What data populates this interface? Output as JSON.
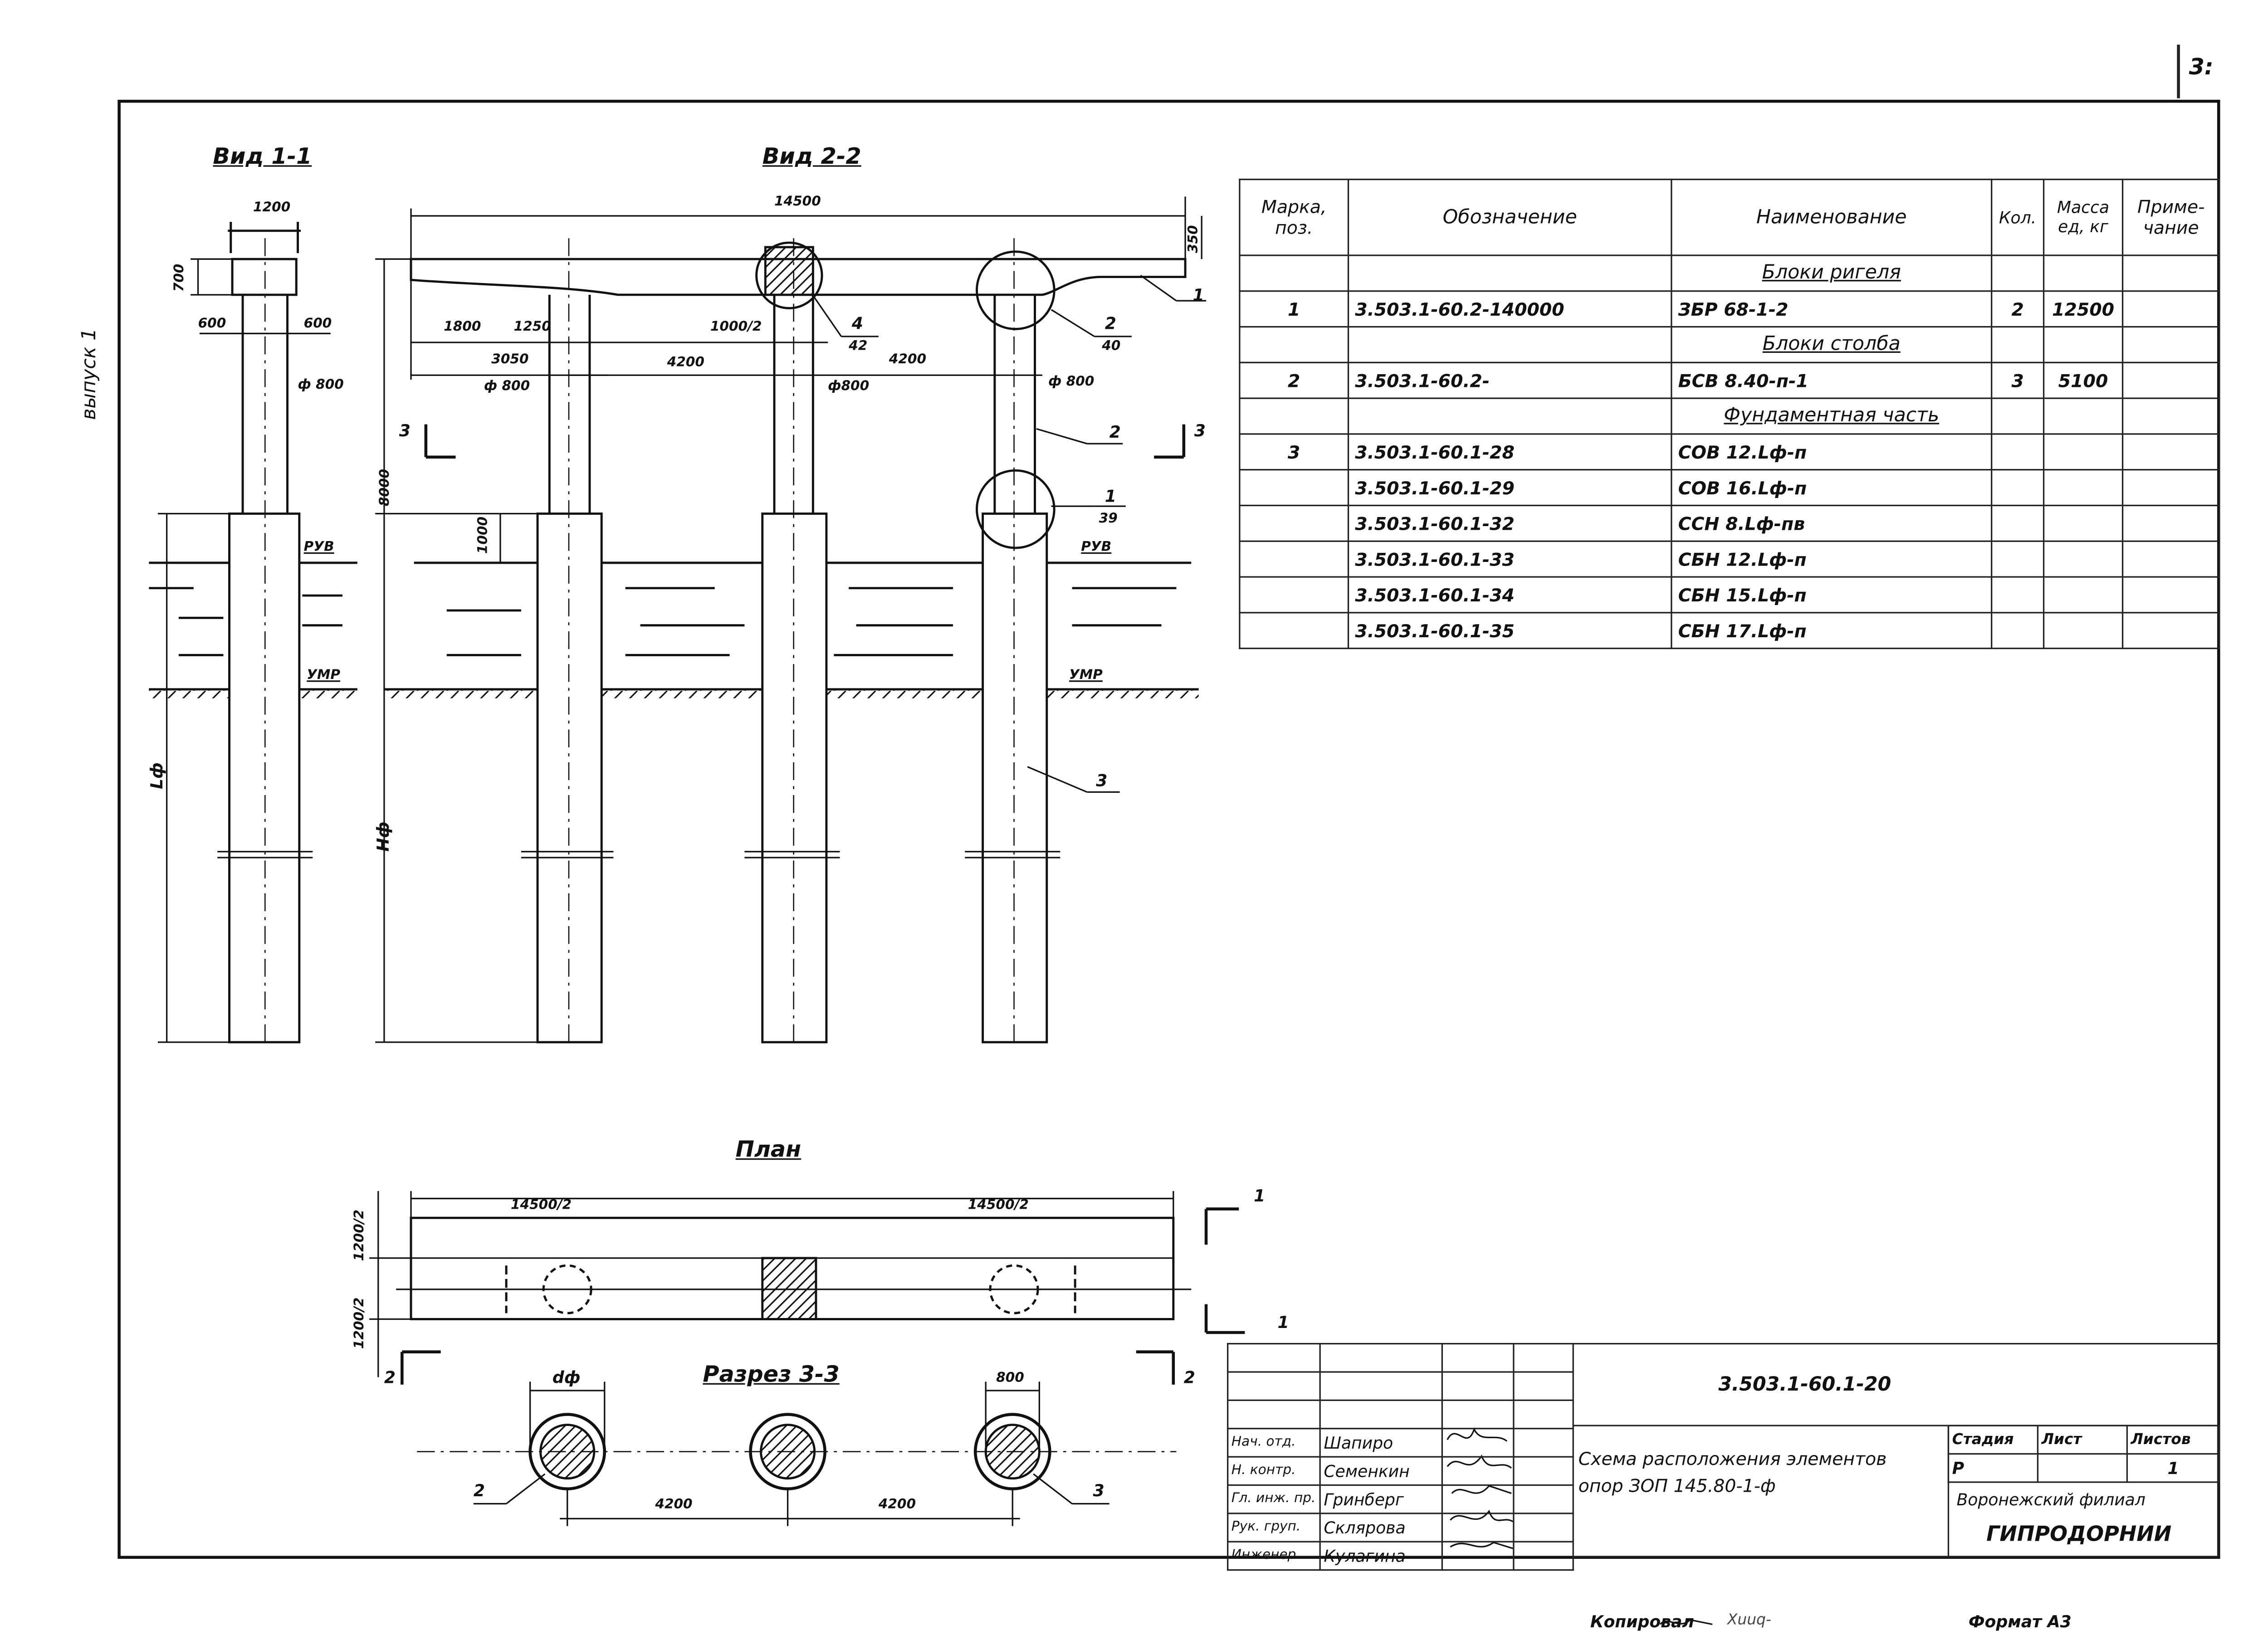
{
  "sheet": {
    "page_number": "3:",
    "side_label": "выпуск 1",
    "copied_by": "Копировал",
    "copied_by_sign": "Xuuq-",
    "format": "Формат А3"
  },
  "view_1_1": {
    "title": "Вид 1-1",
    "dim_width": "1200",
    "dim_cap_height": "700",
    "dim_left": "600",
    "dim_right": "600",
    "dim_dia": "ф 800",
    "rub": "РУВ",
    "umr": "УМР",
    "l_label": "Lф"
  },
  "view_2_2": {
    "title": "Вид 2-2",
    "dim_total": "14500",
    "dim_cap": "350",
    "dim_1800": "1800",
    "dim_1250": "1250",
    "dim_3050": "3050",
    "dim_4200a": "4200",
    "dim_4200b": "4200",
    "dim_1000_2": "1000/2",
    "dia_1": "ф 800",
    "dia_2": "ф800",
    "dia_3": "ф 800",
    "dim_8000": "8000",
    "dim_1000": "1000",
    "section_mark": "3",
    "rub": "РУВ",
    "umr": "УМР",
    "h_label": "Hф",
    "callouts": [
      {
        "num": "4",
        "sheet": "42"
      },
      {
        "num": "2",
        "sheet": "40"
      },
      {
        "num": "1",
        "sheet": ""
      },
      {
        "num": "2",
        "sheet": ""
      },
      {
        "num": "1",
        "sheet": "39"
      },
      {
        "num": "3",
        "sheet": ""
      }
    ]
  },
  "plan": {
    "title": "План",
    "dim_left": "14500/2",
    "dim_right": "14500/2",
    "dim_v1": "1200/2",
    "dim_v2": "1200/2",
    "mark_1": "1",
    "mark_2": "2"
  },
  "section_3_3": {
    "title": "Разрез 3-3",
    "dim_d": "dф",
    "dim_800": "800",
    "dim_4200a": "4200",
    "dim_4200b": "4200",
    "callout_left": "2",
    "callout_right": "3"
  },
  "spec_table": {
    "headers": [
      "Марка, поз.",
      "Обозначение",
      "Наименование",
      "Кол.",
      "Масса ед, кг",
      "Приме- чание"
    ],
    "rows": [
      {
        "type": "sub",
        "name": "Блоки ригеля"
      },
      {
        "type": "row",
        "pos": "1",
        "code": "3.503.1-60.2-140000",
        "name": "ЗБР 68-1-2",
        "qty": "2",
        "mass": "12500",
        "note": ""
      },
      {
        "type": "sub",
        "name": "Блоки столба"
      },
      {
        "type": "row",
        "pos": "2",
        "code": "3.503.1-60.2-",
        "name": "БСВ 8.40-п-1",
        "qty": "3",
        "mass": "5100",
        "note": ""
      },
      {
        "type": "sub",
        "name": "Фундаментная часть"
      },
      {
        "type": "row",
        "pos": "3",
        "code": "3.503.1-60.1-28",
        "name": "СОВ 12.Lф-п",
        "qty": "",
        "mass": "",
        "note": ""
      },
      {
        "type": "row",
        "pos": "",
        "code": "3.503.1-60.1-29",
        "name": "СОВ 16.Lф-п",
        "qty": "",
        "mass": "",
        "note": ""
      },
      {
        "type": "row",
        "pos": "",
        "code": "3.503.1-60.1-32",
        "name": "ССН 8.Lф-пв",
        "qty": "",
        "mass": "",
        "note": ""
      },
      {
        "type": "row",
        "pos": "",
        "code": "3.503.1-60.1-33",
        "name": "СБН 12.Lф-п",
        "qty": "",
        "mass": "",
        "note": ""
      },
      {
        "type": "row",
        "pos": "",
        "code": "3.503.1-60.1-34",
        "name": "СБН 15.Lф-п",
        "qty": "",
        "mass": "",
        "note": ""
      },
      {
        "type": "row",
        "pos": "",
        "code": "3.503.1-60.1-35",
        "name": "СБН 17.Lф-п",
        "qty": "",
        "mass": "",
        "note": ""
      }
    ]
  },
  "title_block": {
    "doc_code": "3.503.1-60.1-20",
    "title_line1": "Схема расположения элементов",
    "title_line2": "опор ЗОП 145.80-1-ф",
    "stage_header": "Стадия",
    "sheet_header": "Лист",
    "sheets_header": "Листов",
    "stage": "Р",
    "sheet": "",
    "sheets": "1",
    "org_line1": "Воронежский филиал",
    "org_line2": "ГИПРОДОРНИИ",
    "signatures": [
      {
        "role": "Нач. отд.",
        "name": "Шапиро",
        "sign": "Шап"
      },
      {
        "role": "Н. контр.",
        "name": "Семенкин",
        "sign": "Сем"
      },
      {
        "role": "Гл. инж. пр.",
        "name": "Гринберг",
        "sign": "Гр"
      },
      {
        "role": "Рук. груп.",
        "name": "Склярова",
        "sign": "Скл"
      },
      {
        "role": "Инженер",
        "name": "Кулагина",
        "sign": "Кул"
      }
    ]
  }
}
